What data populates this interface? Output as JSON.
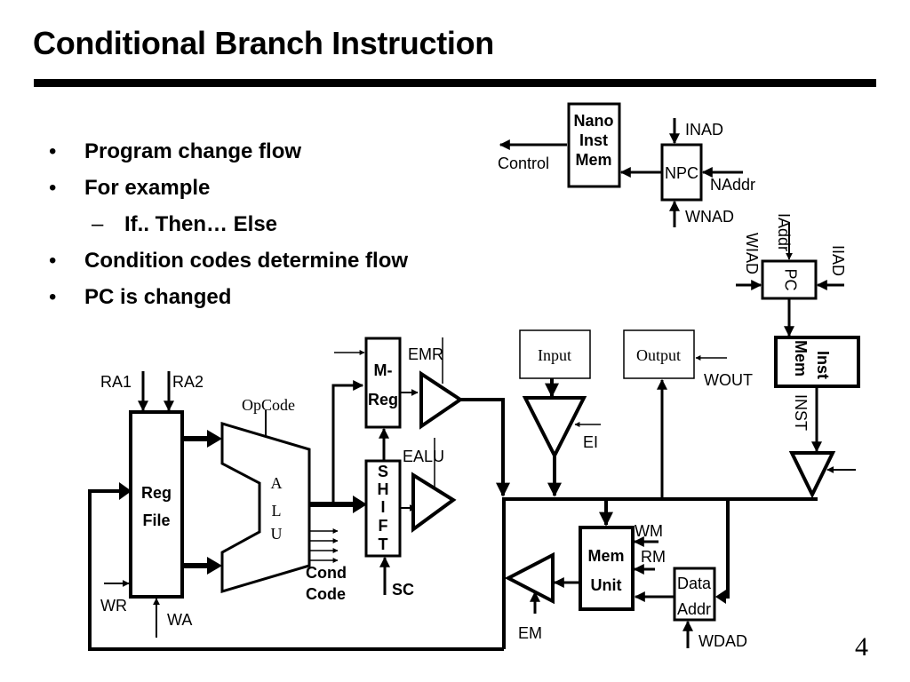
{
  "slide": {
    "title": "Conditional Branch Instruction",
    "page_number": "4",
    "bullets": [
      {
        "marker": "•",
        "text": "Program change flow",
        "level": 1
      },
      {
        "marker": "•",
        "text": "For example",
        "level": 1
      },
      {
        "marker": "–",
        "text": "If.. Then… Else",
        "level": 2
      },
      {
        "marker": "•",
        "text": "Condition codes determine flow",
        "level": 1
      },
      {
        "marker": "•",
        "text": "PC is changed",
        "level": 1
      }
    ]
  },
  "diagram": {
    "blocks": {
      "nano_inst_mem": [
        "Nano",
        "Inst",
        "Mem"
      ],
      "npc": "NPC",
      "pc": "PC",
      "inst_mem": [
        "Inst",
        "Mem"
      ],
      "reg_file": [
        "Reg",
        "File"
      ],
      "alu": [
        "A",
        "L",
        "U"
      ],
      "m_reg": [
        "M-",
        "Reg"
      ],
      "shift": [
        "S",
        "H",
        "I",
        "F",
        "T"
      ],
      "input": "Input",
      "output": "Output",
      "mem_unit": [
        "Mem",
        "Unit"
      ],
      "data_addr": [
        "Data",
        "Addr"
      ],
      "cond_code": [
        "Cond",
        "Code"
      ]
    },
    "signals": {
      "control": "Control",
      "inad": "INAD",
      "naddr": "NAddr",
      "wnad": "WNAD",
      "iaddr": "IAddr",
      "wiad": "WIAD",
      "iiad": "IIAD",
      "inst": "INST",
      "wout": "WOUT",
      "ei": "EI",
      "emr": "EMR",
      "ealu": "EALU",
      "opcode": "OpCode",
      "ra1": "RA1",
      "ra2": "RA2",
      "wr": "WR",
      "wa": "WA",
      "sc": "SC",
      "wm": "WM",
      "rm": "RM",
      "em": "EM",
      "wdad": "WDAD"
    }
  }
}
